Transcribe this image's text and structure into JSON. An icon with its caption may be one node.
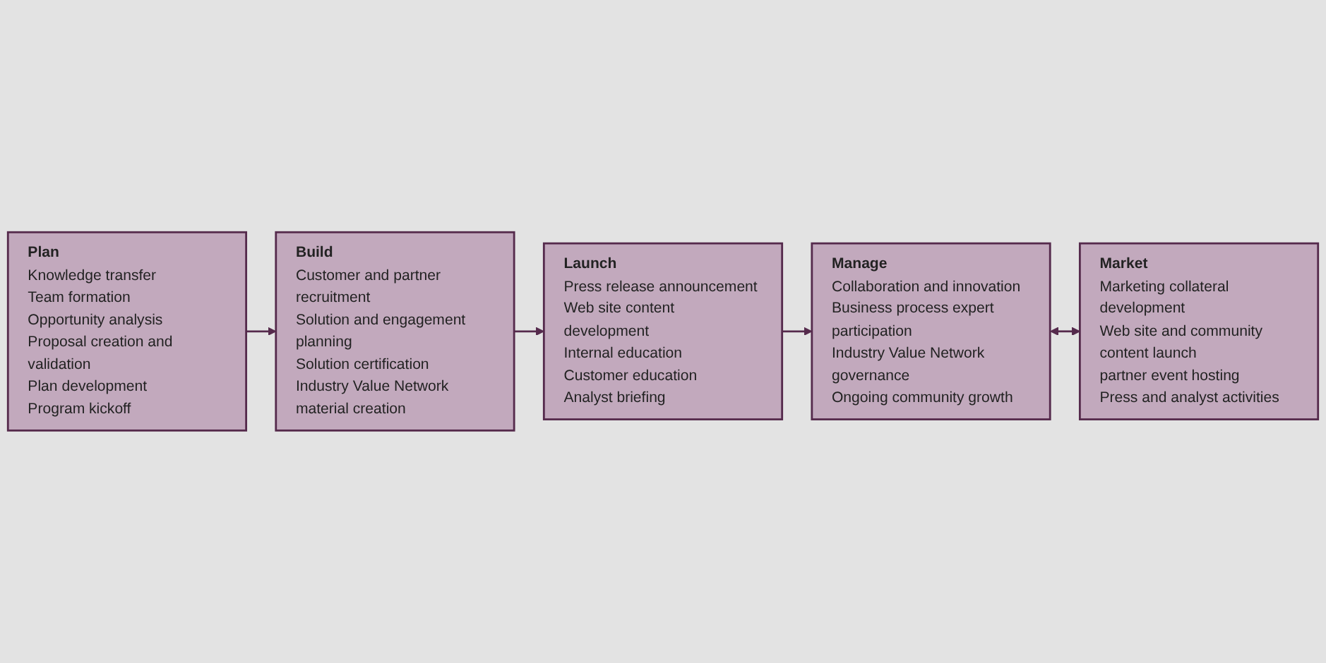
{
  "diagram": {
    "nodes": [
      {
        "text": [
          "Plan",
          "Knowledge transfer",
          "Team formation",
          "Opportunity analysis",
          "Proposal creation and validation",
          "Plan development",
          "Program kickoff"
        ]
      },
      {
        "text": [
          "Build",
          "Customer and partner recruitment",
          "Solution and engagement planning",
          "Solution certification",
          "Industry Value Network material creation"
        ]
      },
      {
        "text": [
          "Launch",
          "Press release announcement",
          "Web site content development",
          "Internal education",
          "Customer education",
          "Analyst briefing"
        ]
      },
      {
        "text": [
          "Manage",
          "Collaboration and innovation",
          "Business process expert participation",
          "Industry Value Network governance",
          "Ongoing community growth"
        ]
      },
      {
        "text": [
          "Market",
          "Marketing collateral development",
          "Web site and community content launch",
          "partner event hosting",
          "Press and analyst activities"
        ]
      }
    ],
    "edges": [
      {
        "from": 0,
        "to": 1,
        "arrow": "to"
      },
      {
        "from": 1,
        "to": 2,
        "arrow": "to"
      },
      {
        "from": 2,
        "to": 3,
        "arrow": "to"
      },
      {
        "from": 3,
        "to": 4,
        "arrow": "both"
      }
    ]
  }
}
